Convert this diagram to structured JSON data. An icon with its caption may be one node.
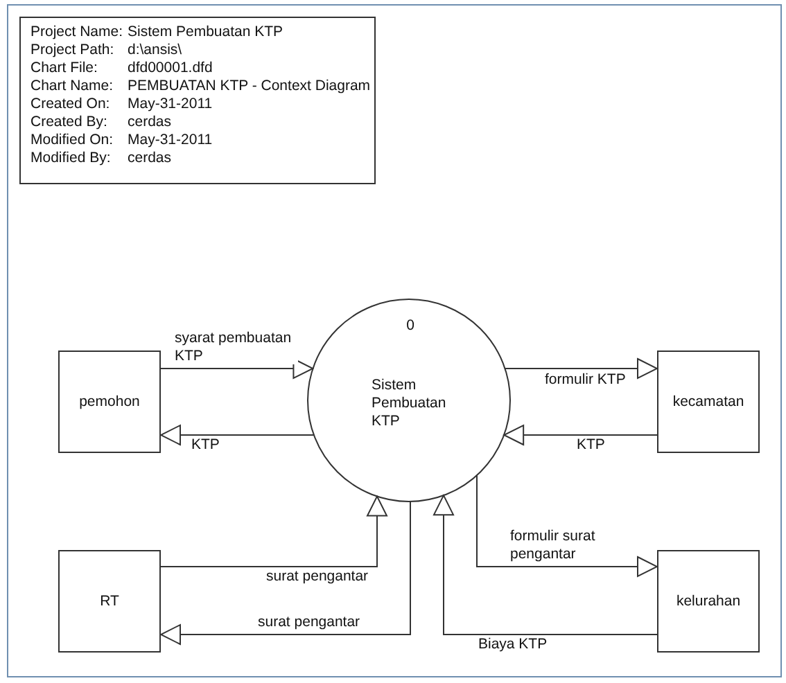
{
  "diagram": {
    "nodes": [
      {
        "text": [
          "Project Name:",
          "Sistem Pembuatan KTP",
          "Project Path:",
          "d:\\ansis\\",
          "Chart File:",
          "dfd00001.dfd",
          "Chart Name:",
          "PEMBUATAN KTP - Context Diagram",
          "Created On:",
          "May-31-2011",
          "Created By:",
          "cerdas",
          "Modified On:",
          "May-31-2011",
          "Modified By:",
          "cerdas"
        ]
      },
      {
        "text": [
          "pemohon"
        ]
      },
      {
        "text": [
          "0",
          "Sistem Pembuatan KTP"
        ]
      },
      {
        "text": [
          "kecamatan"
        ]
      },
      {
        "text": [
          "RT"
        ]
      },
      {
        "text": [
          "kelurahan"
        ]
      }
    ],
    "edges": [
      {
        "from": 1,
        "to": 2,
        "arrow": "to",
        "label": "syarat pembuatan KTP"
      },
      {
        "from": 2,
        "to": 1,
        "arrow": "to",
        "label": "KTP"
      },
      {
        "from": 2,
        "to": 3,
        "arrow": "to",
        "label": "formulir KTP"
      },
      {
        "from": 3,
        "to": 2,
        "arrow": "to",
        "label": "KTP"
      },
      {
        "from": 4,
        "to": 2,
        "arrow": "to",
        "label": "surat pengantar"
      },
      {
        "from": 2,
        "to": 4,
        "arrow": "to",
        "label": "surat pengantar"
      },
      {
        "from": 2,
        "to": 5,
        "arrow": "to",
        "label": "formulir surat pengantar"
      },
      {
        "from": 5,
        "to": 2,
        "arrow": "to",
        "label": "Biaya KTP"
      }
    ]
  }
}
